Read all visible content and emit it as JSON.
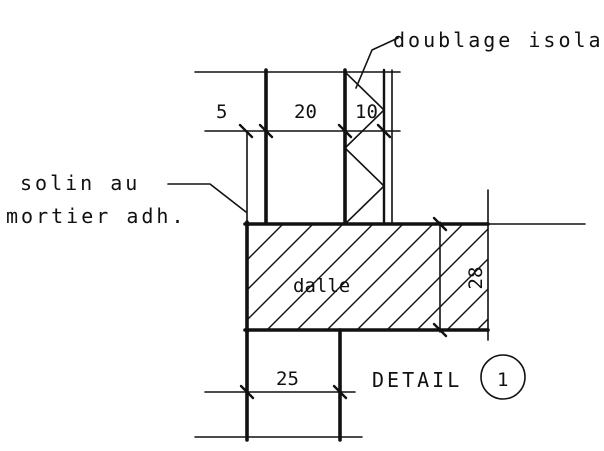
{
  "labels": {
    "lining": "doublage isolant",
    "flashing_line1": "solin au",
    "flashing_line2": "mortier adh.",
    "slab": "dalle",
    "detail": "DETAIL",
    "detail_number": "1"
  },
  "dimensions": {
    "gap": "5",
    "wall": "20",
    "insulation": "10",
    "slab_thickness": "28",
    "lower_wall": "25"
  }
}
